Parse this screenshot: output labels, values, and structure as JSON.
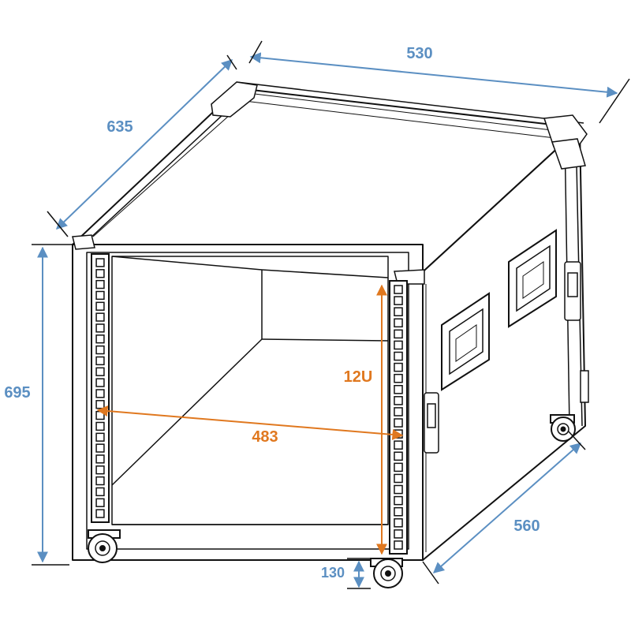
{
  "colors": {
    "dimension": "#5b8fc2",
    "rack": "#e0781f",
    "line": "#111111",
    "background": "#ffffff"
  },
  "dimensions": {
    "width": "530",
    "depth": "635",
    "height": "695",
    "case_depth": "560",
    "wheel_height": "130"
  },
  "rack_labels": {
    "units": "12U",
    "rail_width": "483"
  },
  "rack_rail": {
    "holes_per_rail": 24
  }
}
